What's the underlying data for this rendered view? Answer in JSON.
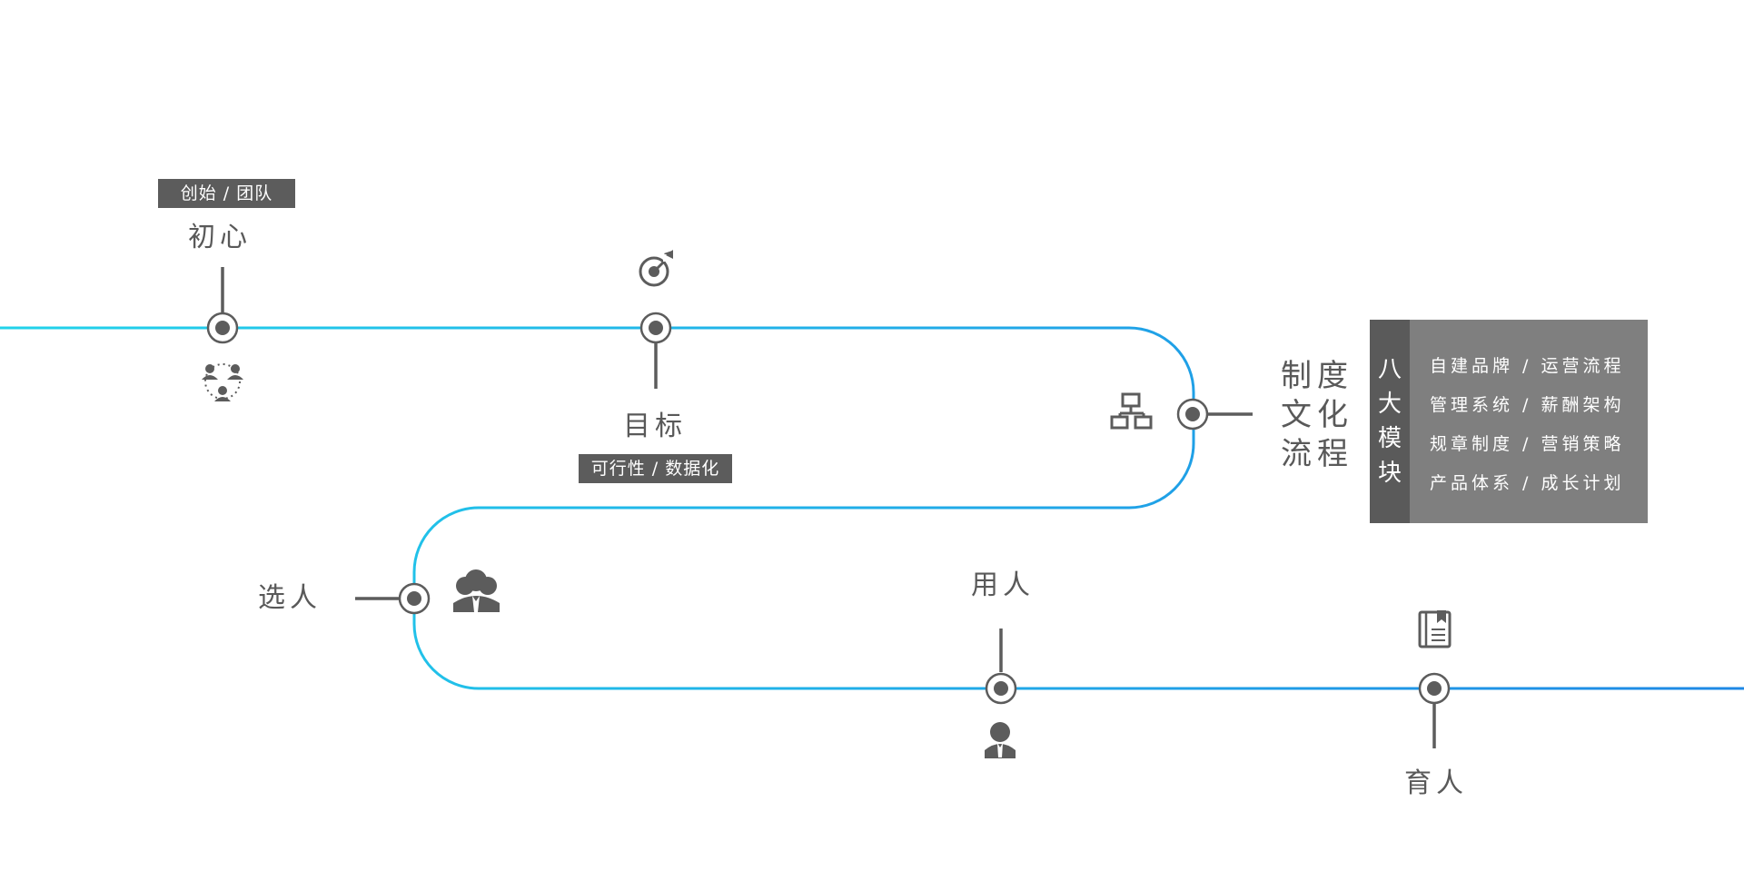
{
  "colors": {
    "line_start": "#22d3ea",
    "line_end": "#1e88e5",
    "node": "#5c5c5c",
    "text": "#595959",
    "tag_bg": "#5c5c5c",
    "panel_bg": "#7f7f7f",
    "panel_side_bg": "#5a5a5a"
  },
  "nodes": [
    {
      "id": "chuxin",
      "title": "初心",
      "tag": "创始 / 团队",
      "icon": "team-icon"
    },
    {
      "id": "mubiao",
      "title": "目标",
      "tag": "可行性 / 数据化",
      "icon": "target-icon"
    },
    {
      "id": "zhidu",
      "title_lines": [
        "制度",
        "文化",
        "流程"
      ],
      "icon": "org-chart-icon"
    },
    {
      "id": "xuanren",
      "title": "选人",
      "icon": "group-icon"
    },
    {
      "id": "yongren",
      "title": "用人",
      "icon": "person-icon"
    },
    {
      "id": "yuren",
      "title": "育人",
      "icon": "book-icon"
    }
  ],
  "panel": {
    "side_chars": [
      "八",
      "大",
      "模",
      "块"
    ],
    "items": [
      "自建品牌 / 运营流程",
      "管理系统 / 薪酬架构",
      "规章制度 / 营销策略",
      "产品体系 / 成长计划"
    ]
  }
}
